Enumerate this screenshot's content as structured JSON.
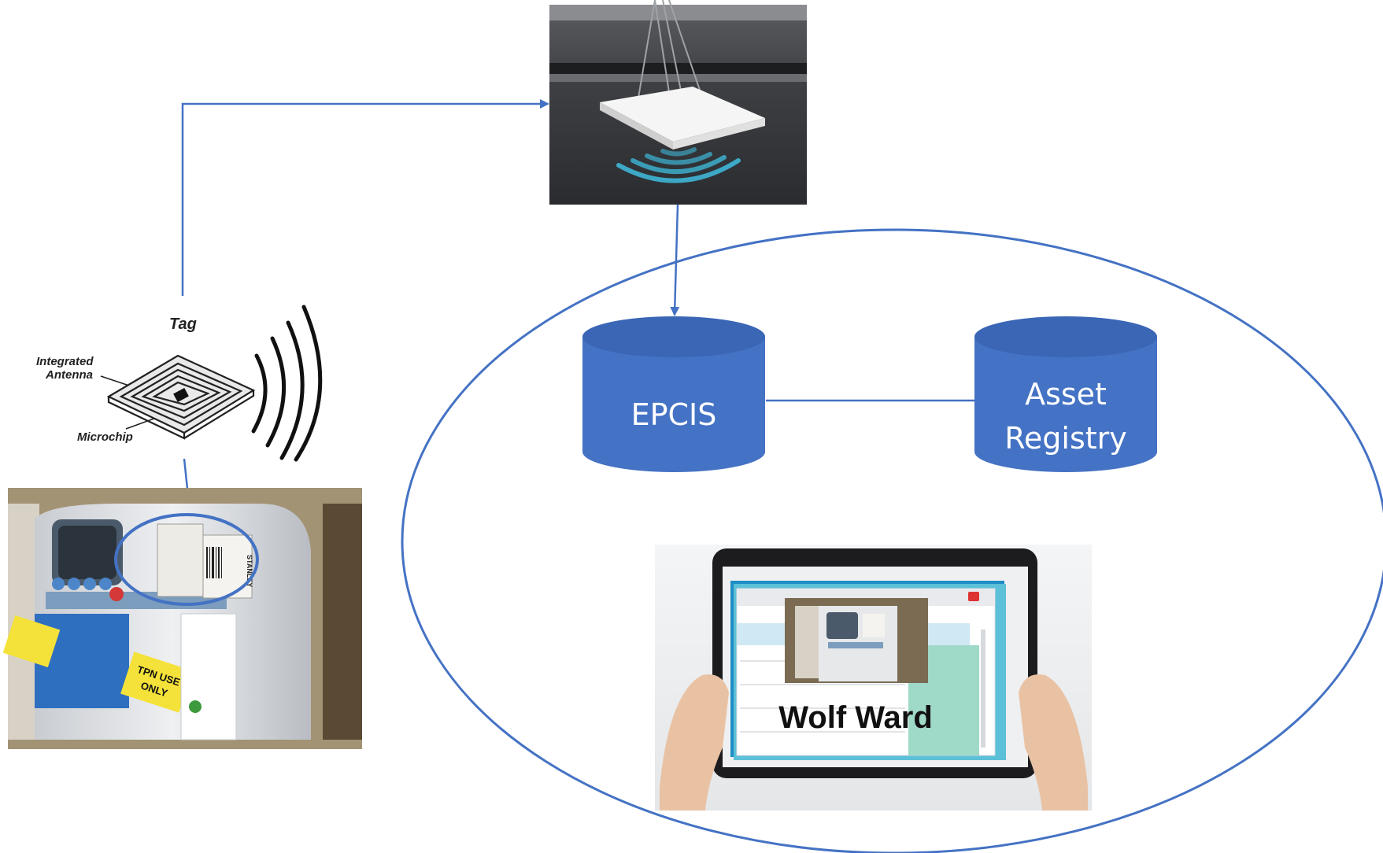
{
  "diagram": {
    "rfid_tag": {
      "title": "Tag",
      "antenna_label": "Integrated Antenna",
      "antenna_label_line1": "Integrated",
      "antenna_label_line2": "Antenna",
      "chip_label": "Microchip"
    },
    "infusion_pump": {
      "sticker_text_line1": "TPN USE",
      "sticker_text_line2": "ONLY",
      "brand_text": "STANLEY"
    },
    "databases": {
      "epcis": {
        "label": "EPCIS"
      },
      "asset_registry": {
        "label": "Asset Registry",
        "line1": "Asset",
        "line2": "Registry"
      }
    },
    "tablet": {
      "location_label": "Wolf Ward"
    },
    "colors": {
      "connector": "#4472c4",
      "database_fill": "#4472c4",
      "database_top": "#3a66b5",
      "ellipse_stroke": "#4472c4",
      "signal_waves": "#3fb6d6"
    }
  }
}
